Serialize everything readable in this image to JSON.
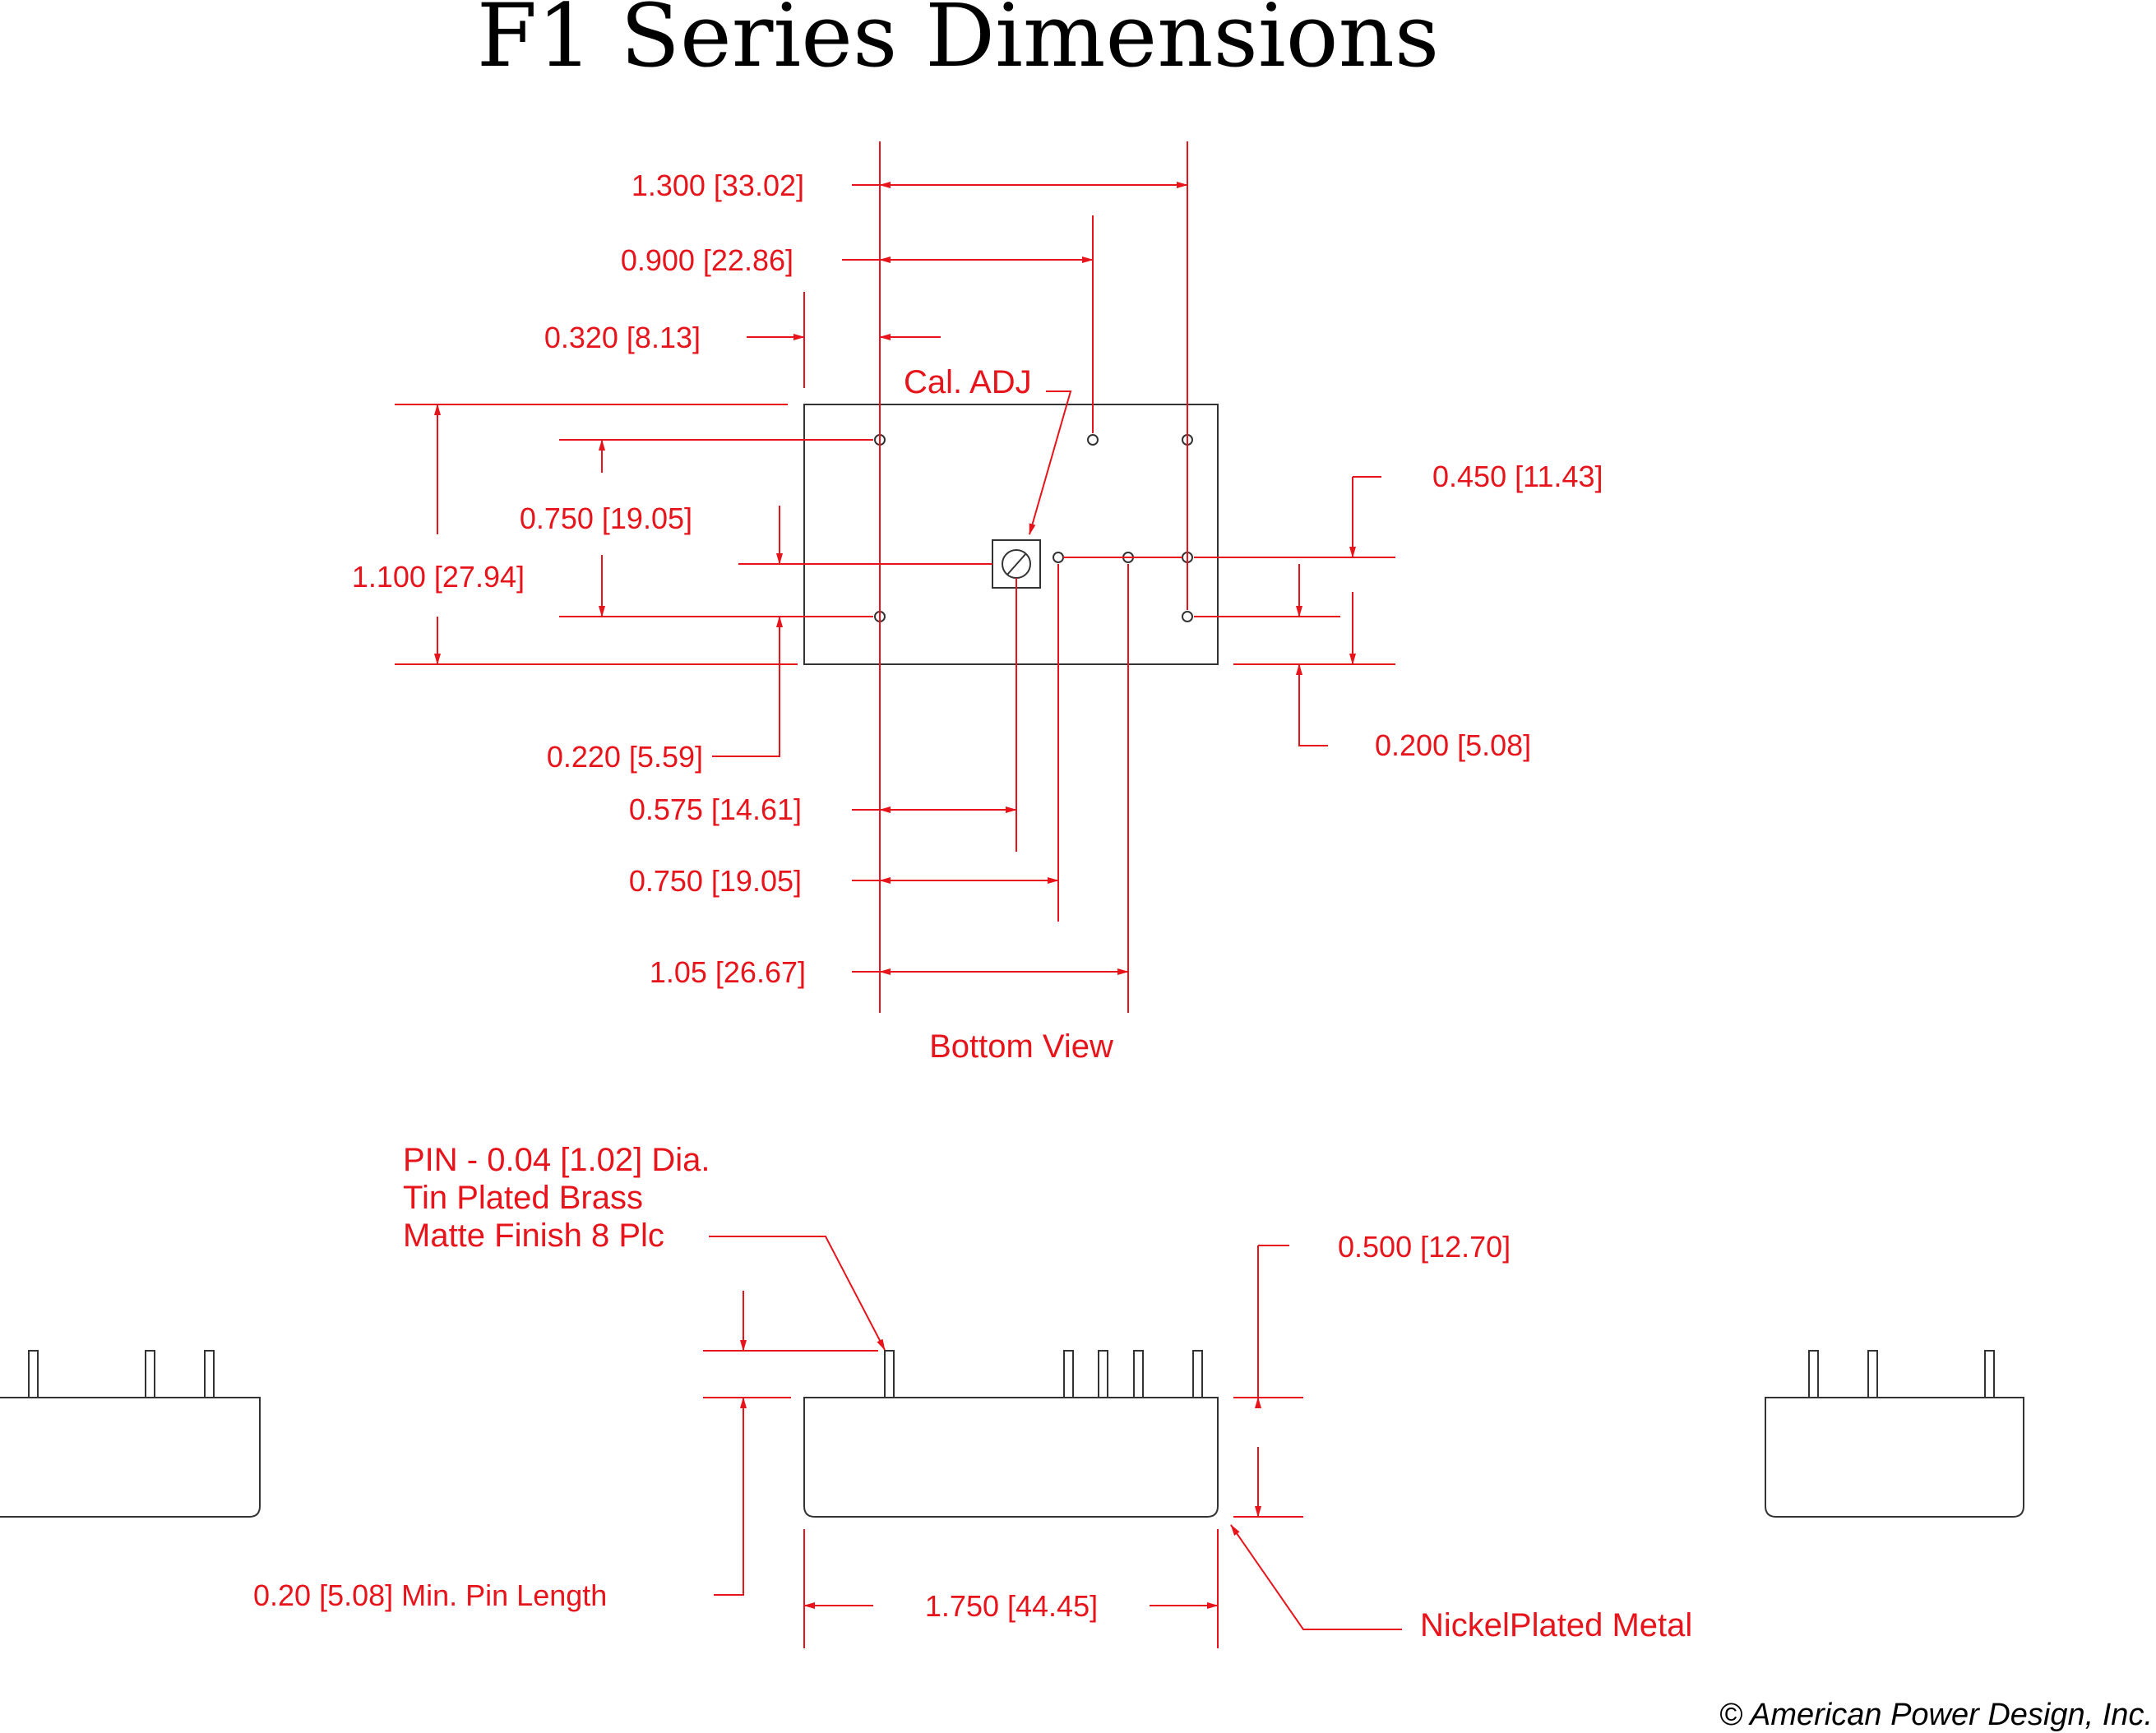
{
  "title": "F1 Series Dimensions",
  "copyright": "© American Power Design, Inc.",
  "colors": {
    "dimension": "#e8141b",
    "outline": "#333333",
    "title": "#000000"
  },
  "bottom_view": {
    "caption": "Bottom View",
    "cal_adj_label": "Cal. ADJ",
    "dims": {
      "overall_width": "1.300 [33.02]",
      "pin_span_top": "0.900 [22.86]",
      "edge_offset": "0.320 [8.13]",
      "overall_height": "1.100 [27.94]",
      "pin_row_spacing": "0.750 [19.05]",
      "row_offset": "0.220 [5.59]",
      "pot_offset": "0.575 [14.61]",
      "pin_offset_1": "0.750 [19.05]",
      "pin_offset_2": "1.05 [26.67]",
      "right_pin_height": "0.450 [11.43]",
      "right_pin_offset": "0.200 [5.08]"
    }
  },
  "side_view": {
    "pin_note": [
      "PIN - 0.04 [1.02] Dia.",
      "Tin Plated Brass",
      "Matte Finish 8 Plc"
    ],
    "body_height": "0.500 [12.70]",
    "min_pin_length": "0.20 [5.08]  Min. Pin Length",
    "body_length": "1.750 [44.45]",
    "case_material": "NickelPlated Metal"
  }
}
